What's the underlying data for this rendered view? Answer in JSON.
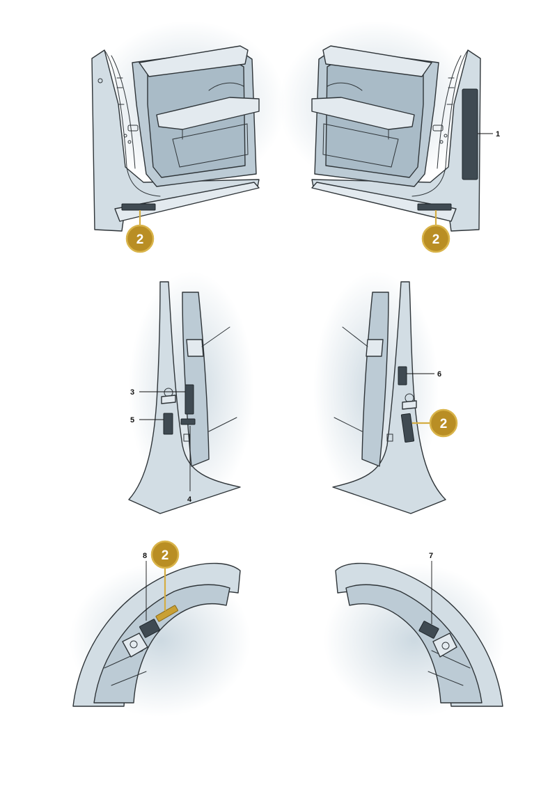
{
  "figure": {
    "callouts": [
      {
        "id": "c1",
        "number": "1"
      },
      {
        "id": "c3",
        "number": "3"
      },
      {
        "id": "c4",
        "number": "4"
      },
      {
        "id": "c5",
        "number": "5"
      },
      {
        "id": "c6",
        "number": "6"
      },
      {
        "id": "c7",
        "number": "7"
      },
      {
        "id": "c8",
        "number": "8"
      }
    ],
    "badges": [
      {
        "id": "b-left-door",
        "number": "2"
      },
      {
        "id": "b-right-door",
        "number": "2"
      },
      {
        "id": "b-right-pillar",
        "number": "2"
      },
      {
        "id": "b-left-arch",
        "number": "2"
      }
    ]
  },
  "colors": {
    "badge_fill": "#b98e24",
    "badge_ring": "#d9b44a",
    "body": "#d2dde4",
    "label_plate": "#3f4a52"
  }
}
